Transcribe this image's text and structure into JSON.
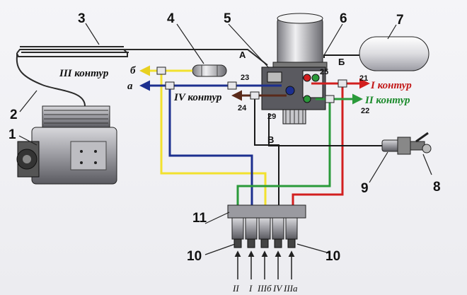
{
  "diagram": {
    "part_numbers": [
      "1",
      "2",
      "3",
      "4",
      "5",
      "6",
      "7",
      "8",
      "9",
      "10",
      "10",
      "11"
    ],
    "port_numbers": [
      "21",
      "22",
      "23",
      "24",
      "25",
      "29"
    ],
    "line_letters": [
      "А",
      "Б",
      "В"
    ],
    "contours": {
      "c1": "I контур",
      "c2": "II контур",
      "c3": "III контур",
      "c4": "IV контур"
    },
    "outlets": {
      "b": "б",
      "a": "а"
    },
    "valve_inputs": [
      "II",
      "I",
      "IIIб",
      "IV",
      "IIIа"
    ],
    "colors": {
      "red": "#d21f1f",
      "green": "#2a9a3a",
      "blue": "#1c2f8f",
      "yellow": "#f2e12e",
      "black": "#1a1a1a",
      "brown": "#5a2a1a"
    }
  }
}
